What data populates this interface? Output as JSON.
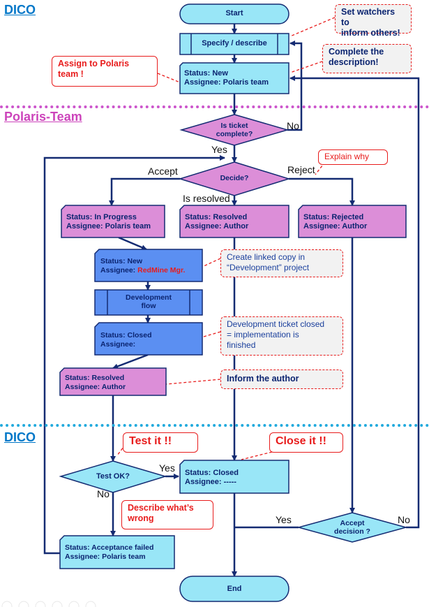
{
  "lanes": {
    "dico_top": "DICO",
    "polaris": "Polaris-Team",
    "dico_bottom": "DICO"
  },
  "nodes": {
    "start": "Start",
    "specify": "Specify / describe",
    "new_status": "Status: New",
    "new_assignee": "Assignee: Polaris team",
    "is_complete_1": "Is ticket",
    "is_complete_2": "complete?",
    "decide": "Decide?",
    "inprogress_status": "Status: In Progress",
    "inprogress_assignee": "Assignee: Polaris team",
    "resolved_mid_status": "Status: Resolved",
    "resolved_mid_assignee": "Assignee: Author",
    "rejected_status": "Status: Rejected",
    "rejected_assignee": "Assignee: Author",
    "dev_new_status": "Status: New",
    "dev_new_assignee_prefix": "Assignee: ",
    "dev_new_assignee_value": "RedMine Mgr.",
    "dev_flow_1": "Development",
    "dev_flow_2": "flow",
    "dev_closed_status": "Status: Closed",
    "dev_closed_assignee": "Assignee:",
    "resolved_left_status": "Status: Resolved",
    "resolved_left_assignee": "Assignee: Author",
    "test_ok": "Test OK?",
    "closed_status": "Status: Closed",
    "closed_assignee": "Assignee: -----",
    "accept_decision_1": "Accept",
    "accept_decision_2": "decision ?",
    "acceptance_failed_status": "Status: Acceptance failed",
    "acceptance_failed_assignee": "Assignee: Polaris team",
    "end": "End"
  },
  "callouts": {
    "set_watchers_1": "Set watchers to",
    "set_watchers_2": "inform others!",
    "complete_desc_1": "Complete the",
    "complete_desc_2": "description!",
    "assign_polaris_1": "Assign to Polaris",
    "assign_polaris_2": "team !",
    "explain_why": "Explain why",
    "linked_copy_1": "Create linked copy in",
    "linked_copy_2": "“Development” project",
    "dev_closed_1": "Development ticket closed",
    "dev_closed_2": "= implementation is",
    "dev_closed_3": "finished",
    "inform_author": "Inform the author",
    "test_it": "Test it !!",
    "close_it": "Close it !!",
    "describe_wrong_1": "Describe what’s",
    "describe_wrong_2": "wrong"
  },
  "edge_labels": {
    "no_complete": "No",
    "yes_complete": "Yes",
    "accept": "Accept",
    "reject": "Reject",
    "is_resolved": "Is resolved",
    "test_yes": "Yes",
    "test_no": "No",
    "decision_yes": "Yes",
    "decision_no": "No"
  },
  "colors": {
    "cyan_fill": "#99e6f7",
    "pink_fill": "#dc8ed8",
    "blue_fill": "#5b8ff2",
    "line": "#142b72",
    "callout_border": "#e81c1c"
  }
}
